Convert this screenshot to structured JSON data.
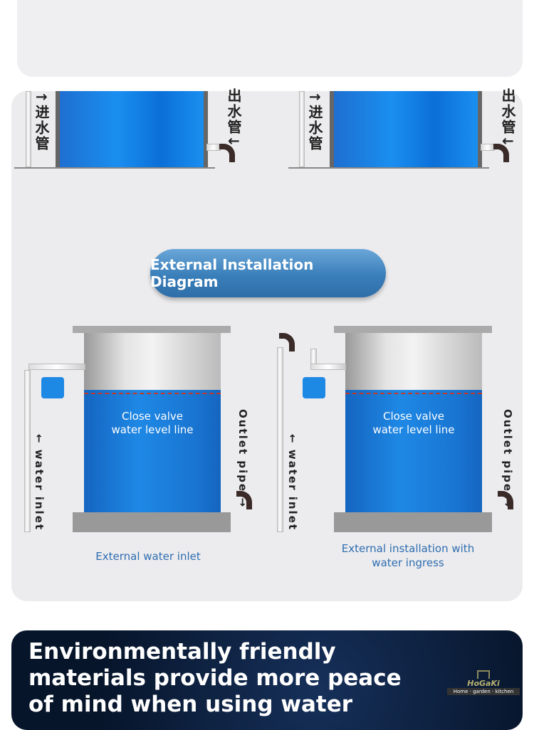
{
  "top_crops": [
    {
      "inlet_label": "↑进水管",
      "outlet_label": "出水管↓"
    },
    {
      "inlet_label": "↑进水管",
      "outlet_label": "出水管↓"
    }
  ],
  "section_title": "External Installation Diagram",
  "diagrams": [
    {
      "water_level_label": "Close valve water level line",
      "inlet_label": "← water inlet",
      "outlet_label": "Outlet pipe →",
      "caption": "External water inlet"
    },
    {
      "water_level_label": "Close valve water level line",
      "inlet_label": "← water inlet",
      "outlet_label": "Outlet pipe →",
      "caption": "External installation with water ingress"
    }
  ],
  "banner": {
    "headline": "Environmentally friendly materials provide more peace of mind when using water"
  },
  "logo": {
    "name": "HoGaKi",
    "tagline": "Home · garden · kitchen"
  }
}
